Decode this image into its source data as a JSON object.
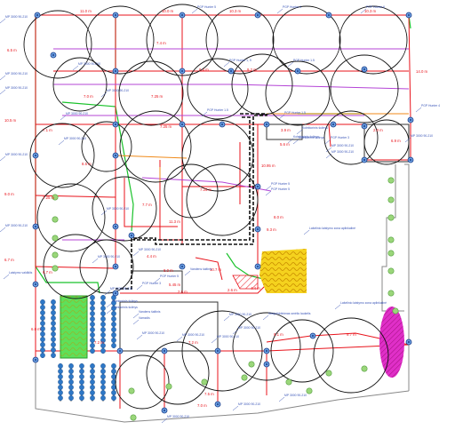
{
  "colors": {
    "pipe_red": "#e8131b",
    "pipe_green": "#19c22a",
    "pipe_purple": "#b444d6",
    "pipe_orange": "#f08a1a",
    "circle": "#111111",
    "label_blue": "#3b56b8",
    "sprinkler_blue": "#2e78c7",
    "lawn_yellow": "#f5d21e",
    "drip_magenta": "#e02fc8",
    "bed_green": "#5ee05a",
    "dot_green": "#9ad67a"
  },
  "dimensions": [
    "11.0 m",
    "10.0 m",
    "10.3 m",
    "10.3 m",
    "6.5 m",
    "7.4 m",
    "8.4 m",
    "9.2 m",
    "14.0 m",
    "7.0 m",
    "10.5 m",
    "7.25 m",
    "7.1 m",
    "7.25 m",
    "8.5 m",
    "9.0 m",
    "7.25 m",
    "7.7 m",
    "10.95 m",
    "7.25 m",
    "8.0 m",
    "11.3 m",
    "10.7 m",
    "4.4 m",
    "8.0 m",
    "6.7 m",
    "6.7 m",
    "5.45 m",
    "6.0 m",
    "6.9 m",
    "5.6 m",
    "7.2 m",
    "7.2 m",
    "8.1 m",
    "9.7 m",
    "7.5 m",
    "7.0 m",
    "2.0 m",
    "3.9 m",
    "4.4 m",
    "2.6 m",
    "2.6 m",
    "9.3 m"
  ],
  "labels": [
    "PGP Hunter 5",
    "PGP Hunter 4",
    "PGP Hunter 6",
    "PGP Hunter 1, 9",
    "PGP Hunter 1.5",
    "MP 3000 90-210",
    "MP 3000 90-210",
    "MP 3000 90-210",
    "MP 3000 90-210",
    "MP 3000 90-210",
    "MP 3000 90-210",
    "MP 3000 90-210",
    "MP 3000 90-210",
    "MP 3000 90-210",
    "PGP Hunter 1.5",
    "PGP Hunter 1.5",
    "Kolektorinis šulinys",
    "PGP Hunter 3",
    "PGP Hunter 4",
    "MP 3000 90-210",
    "MP 3000 90-210",
    "MP 3000 90-210",
    "Lašelinio laistymo zona aplinkalinė",
    "PGP Hunter 5",
    "PGP Hunter 5",
    "MP 3000 90-210",
    "Kolektorinis šulinys",
    "Kolektorinis šulinys",
    "Vandens šaltinis",
    "Laistymo valdiklis",
    "MP 3000 90-210",
    "Neapdirbtinimas smėlio laukelis",
    "Kolektorinis šulinys",
    "Kolektorinis šulinys",
    "Vandens šaltinis",
    "Vamzdis",
    "PGP Hunter 3",
    "PGP Hunter 5",
    "MP 3000 90-210",
    "MP 3000 90-210",
    "Lašelinio laistymo zona aplinkalinė",
    "MP 3000 90-210",
    "MP 3000 90-210",
    "MP 3000 90-210",
    "MP 3000 90-210",
    "MP 3000 90-210",
    "MP 3000 90-210",
    "MP 3000 90-210",
    "MP 3000 90-210"
  ]
}
